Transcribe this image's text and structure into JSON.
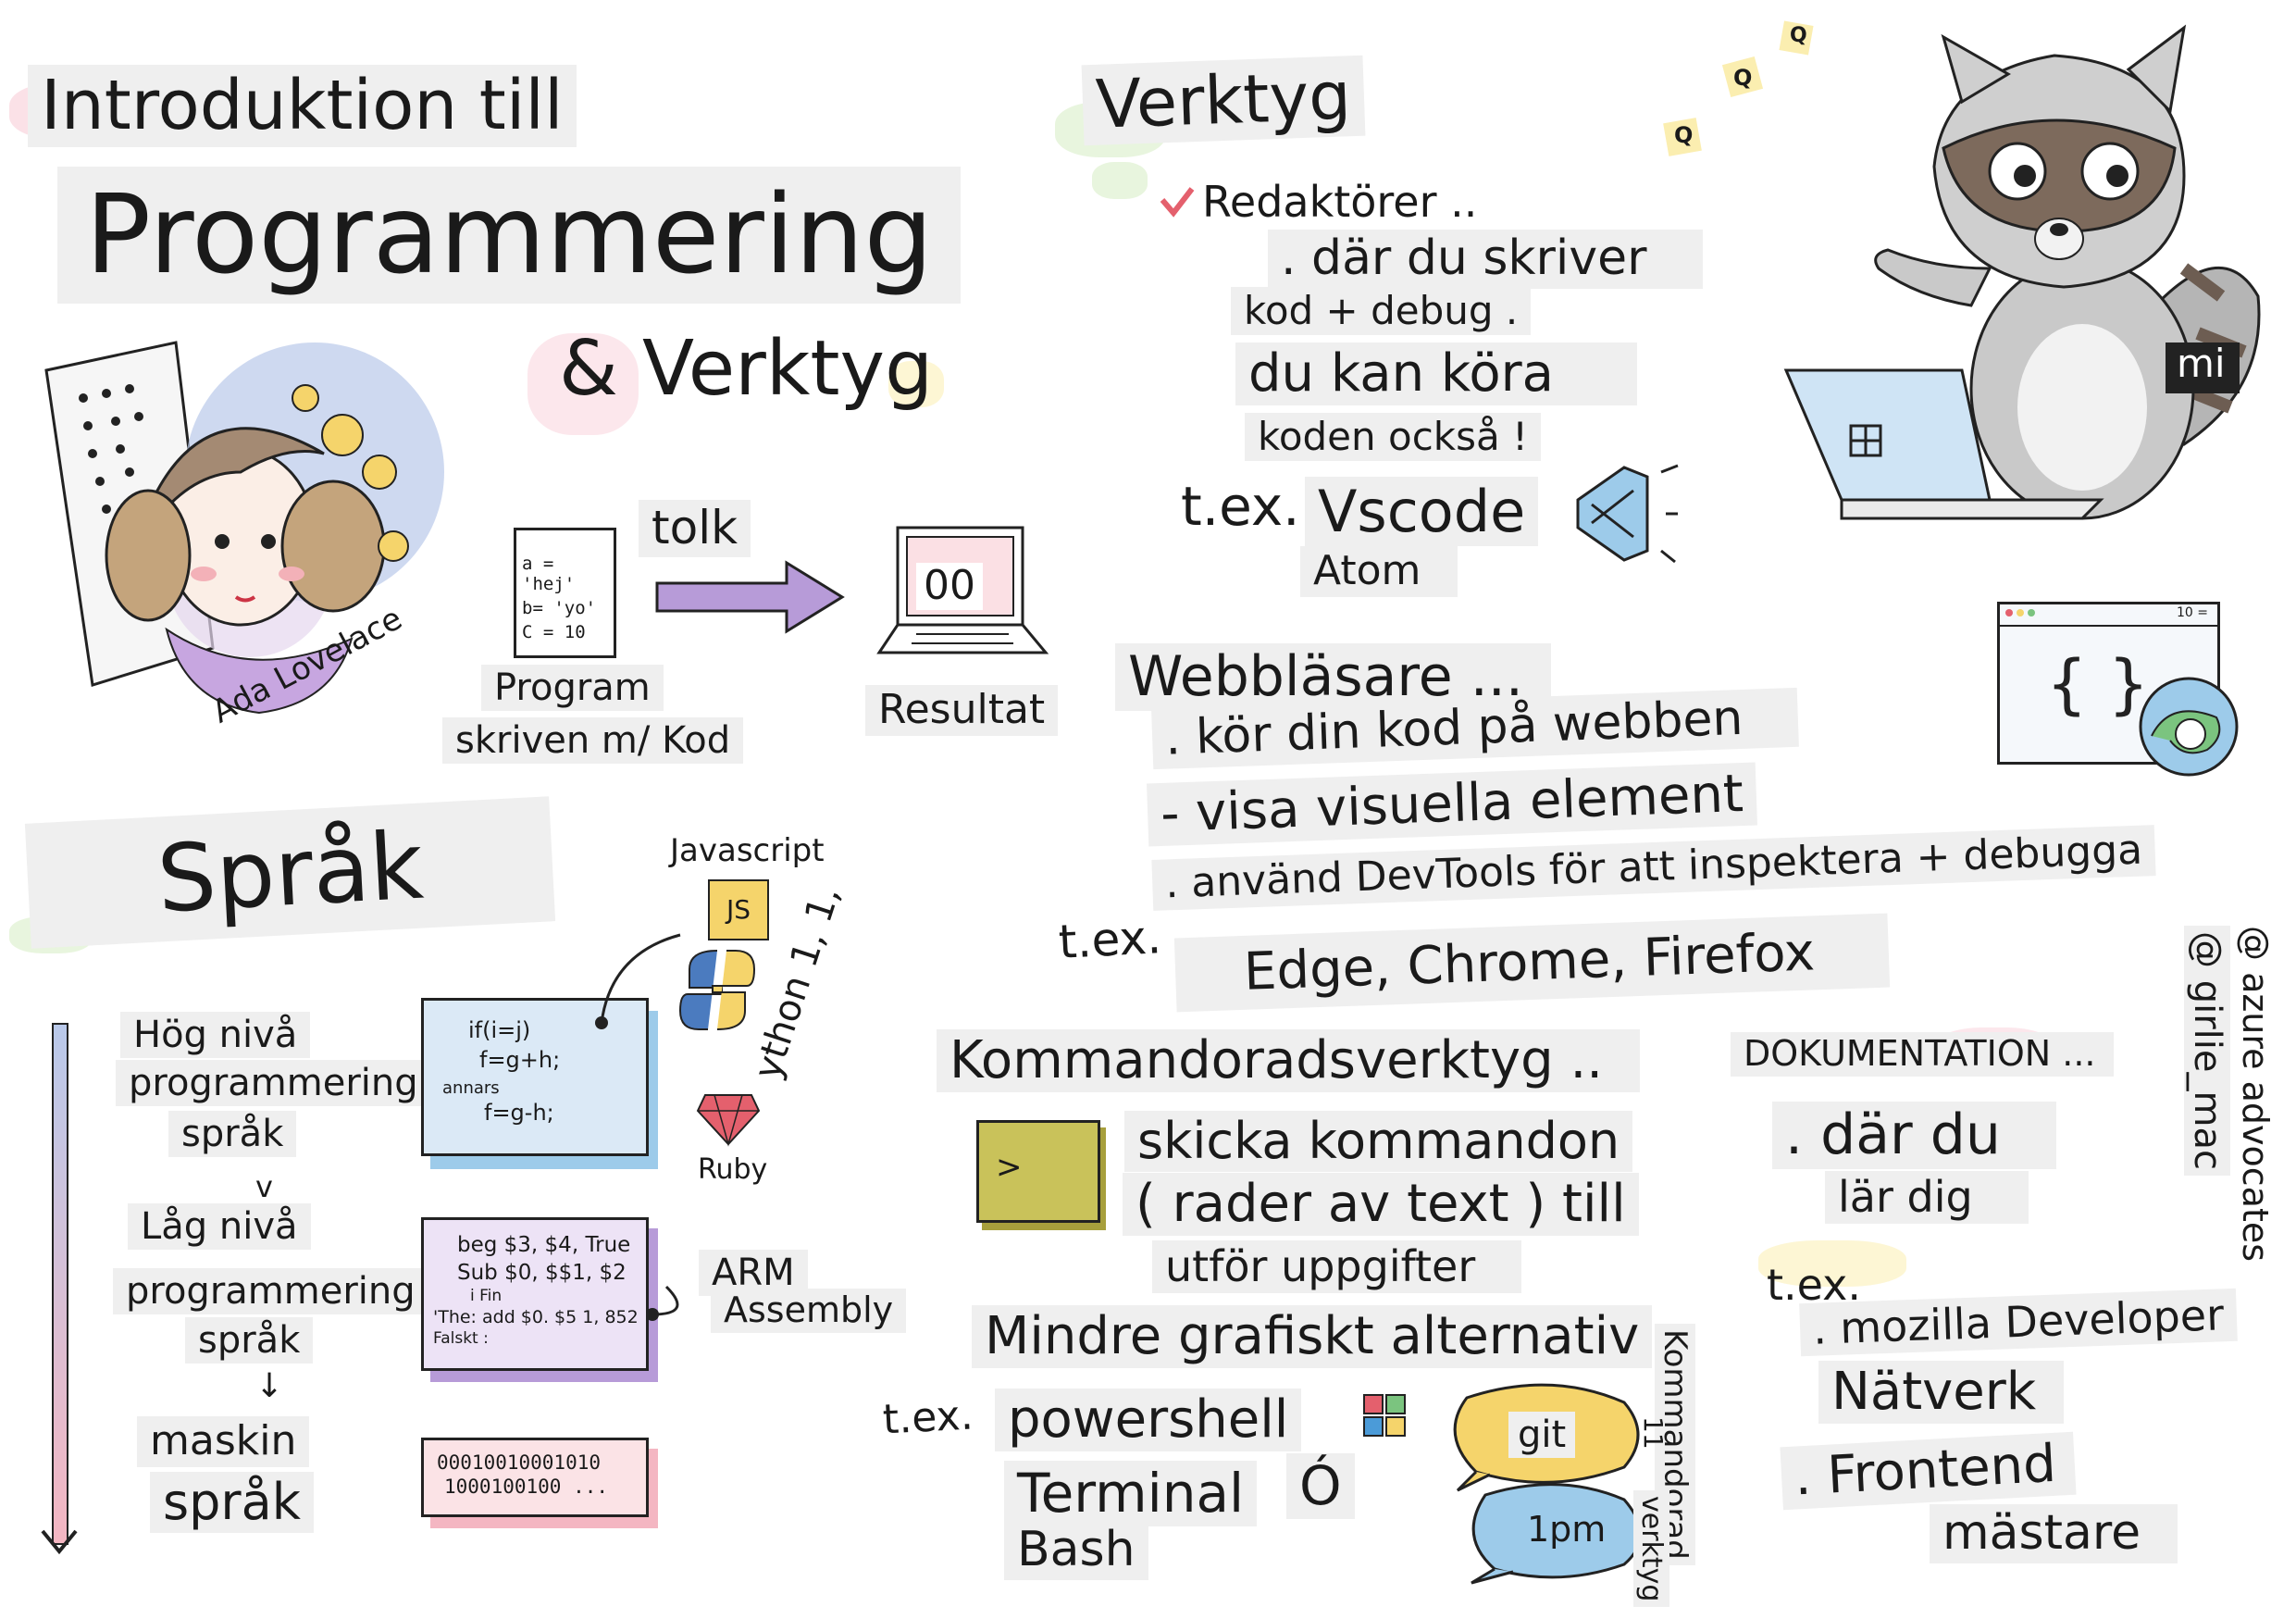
{
  "title": {
    "line1": "Introduktion till",
    "line2": "Programmering",
    "line3": "& Verktyg"
  },
  "ada": {
    "name": "Ada Lovelace"
  },
  "flow": {
    "code_lines": [
      "a = 'hej'",
      "b= 'yo'",
      "C = 10"
    ],
    "program_label_1": "Program",
    "program_label_2": "skriven m/ Kod",
    "arrow_label": "tolk",
    "screen_text": "00",
    "result_label": "Resultat"
  },
  "sprak": {
    "heading": "Språk",
    "levels": [
      "Hög nivå",
      "programmering",
      "språk",
      "v",
      "Låg nivå",
      "programmering",
      "språk",
      "↓",
      "maskin",
      "språk"
    ],
    "high_code": [
      "if(i=j)",
      "f=g+h;",
      "annars",
      "f=g-h;"
    ],
    "asm_code": [
      "beg $3, $4, True",
      "Sub $0, $$1, $2",
      "i Fin",
      "'The: add $0. $5 1, 852",
      "Falskt :"
    ],
    "machine_code": [
      "00010010001010",
      "1000100100 ..."
    ],
    "langs": {
      "javascript": "Javascript",
      "js_badge": "JS",
      "python": "ython 1, 1,",
      "ruby": "Ruby",
      "arm_1": "ARM",
      "arm_2": "Assembly"
    }
  },
  "verktyg": {
    "heading": "Verktyg",
    "editors": {
      "title": "Redaktörer ..",
      "lines": [
        ". där du skriver",
        "kod + debug .",
        "du kan köra",
        "koden också !"
      ],
      "example_prefix": "t.ex.",
      "example_1": "Vscode",
      "example_2": "Atom"
    },
    "browsers": {
      "title": "Webbläsare ...",
      "lines": [
        ". kör din kod på webben",
        "- visa visuella element",
        ". använd DevTools för att inspektera + debugga"
      ],
      "example_prefix": "t.ex.",
      "examples": "Edge, Chrome, Firefox",
      "window_counter": "10 ="
    },
    "cli": {
      "title": "Kommandoradsverktyg ..",
      "prompt": ">",
      "lines": [
        "skicka kommandon",
        "( rader av text ) till",
        "utför uppgifter"
      ],
      "less_graphic": "Mindre grafiskt alternativ",
      "example_prefix": "t.ex.",
      "examples": [
        "powershell",
        "Terminal",
        "Bash"
      ],
      "terminal_glyph": "Ó",
      "bubble_1": "git",
      "bubble_2": "1pm",
      "side_text_1": "Kommandorad",
      "side_text_2": "11",
      "side_text_3": "verktyg"
    },
    "docs": {
      "title": "DOKUMENTATION ...",
      "lines": [
        ". där du",
        "lär dig"
      ],
      "example_prefix": "t.ex.",
      "examples": [
        ". mozilla Developer",
        "Nätverk",
        ". Frontend",
        "mästare"
      ]
    }
  },
  "raccoon": {
    "badge": "mi",
    "q_marks": [
      "Q",
      "Q",
      "Q"
    ]
  },
  "credits": {
    "line1": "@ azure advocates",
    "line2": "@ girlie_mac"
  },
  "colors": {
    "ink": "#1c1c1c",
    "label_bg": "#efefef",
    "pink": "#f4b6c2",
    "green": "#cfe8b9",
    "purple": "#b79bd8",
    "yellow": "#f5d46b",
    "blue": "#9dcbea",
    "olive": "#c9c25a"
  }
}
